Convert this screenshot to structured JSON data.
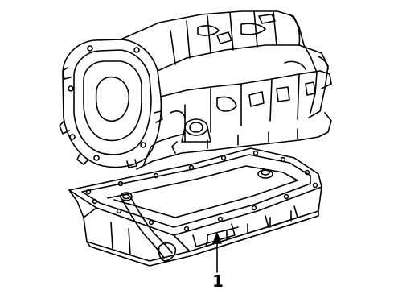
{
  "diagram": {
    "parts": [
      {
        "name": "transmission-assembly",
        "callout": ""
      },
      {
        "name": "oil-pan",
        "callout": "1"
      },
      {
        "name": "dipstick-tube",
        "callout": ""
      }
    ],
    "callout_label": "1",
    "colors": {
      "line": "#000000",
      "background": "#ffffff"
    }
  }
}
